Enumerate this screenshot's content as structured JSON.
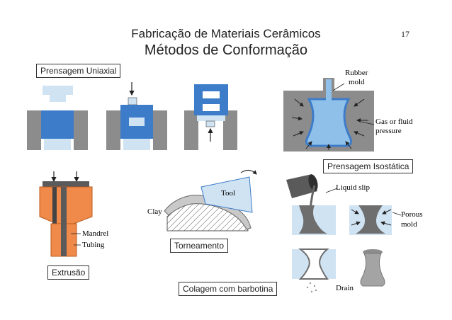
{
  "header": {
    "title_line1": "Fabricação de Materiais Cerâmicos",
    "title_line2": "Métodos de Conformação",
    "page_number": "17"
  },
  "captions": {
    "uniaxial": "Prensagem Uniaxial",
    "isostatic": "Prensagem Isostática",
    "extrusion": "Extrusão",
    "turning": "Torneamento",
    "slip_casting": "Colagem com barbotina"
  },
  "figure_labels": {
    "rubber_mold": [
      "Rubber",
      "mold"
    ],
    "gas_pressure": [
      "Gas or fluid",
      "pressure"
    ],
    "liquid_slip": "Liquid slip",
    "porous_mold": [
      "Porous",
      "mold"
    ],
    "drain": "Drain",
    "tool": "Tool",
    "clay": "Clay",
    "mandrel": "Mandrel",
    "tubing": "Tubing"
  },
  "colors": {
    "press_blue": "#3d7cc9",
    "die_gray": "#8c8c8c",
    "light_blue": "#cfe3f3",
    "extrusion_orange": "#f08a4b"
  }
}
